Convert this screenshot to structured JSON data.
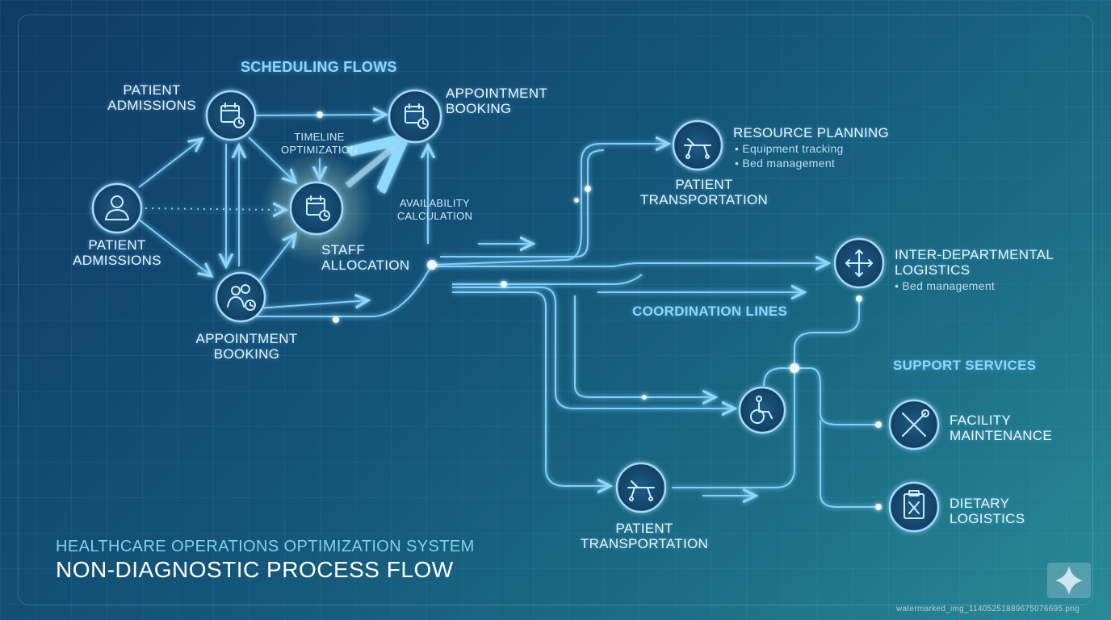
{
  "header": {
    "section_title": "SCHEDULING FLOWS"
  },
  "scheduling": {
    "admissions_top": "PATIENT\nADMISSIONS",
    "admissions_left": "PATIENT\nADMISSIONS",
    "booking_top": "APPOINTMENT\nBOOKING",
    "booking_bottom": "APPOINTMENT\nBOOKING",
    "timeline": "TIMELINE\nOPTIMIZATION",
    "availability": "AVAILABILITY\nCALCULATION",
    "staff": "STAFF\nALLOCATION"
  },
  "resource": {
    "title": "RESOURCE PLANNING",
    "bullets": [
      "• Equipment tracking",
      "• Bed management"
    ],
    "transport_top": "PATIENT\nTRANSPORTATION"
  },
  "logistics": {
    "title": "INTER-DEPARTMENTAL\nLOGISTICS",
    "bullet": "• Bed management"
  },
  "coordination": {
    "label": "COORDINATION LINES"
  },
  "support": {
    "title": "SUPPORT SERVICES",
    "facility": "FACILITY\nMAINTENANCE",
    "dietary": "DIETARY\nLOGISTICS"
  },
  "transport_bottom": "PATIENT\nTRANSPORTATION",
  "footer": {
    "system": "HEALTHCARE OPERATIONS OPTIMIZATION SYSTEM",
    "title": "NON-DIAGNOSTIC PROCESS FLOW"
  },
  "watermark": "watermarked_img_11405251889675076695.png",
  "colors": {
    "line": "#7fd0ff",
    "glow": "#bfe9ff",
    "node_fill": "#17476d"
  },
  "icons": {
    "person": "person-icon",
    "calendar": "calendar-clock-icon",
    "group": "group-clock-icon",
    "stretcher": "stretcher-icon",
    "move": "move-arrows-icon",
    "wheelchair": "wheelchair-icon",
    "tools": "tools-icon",
    "clipboard": "clipboard-utensils-icon"
  }
}
